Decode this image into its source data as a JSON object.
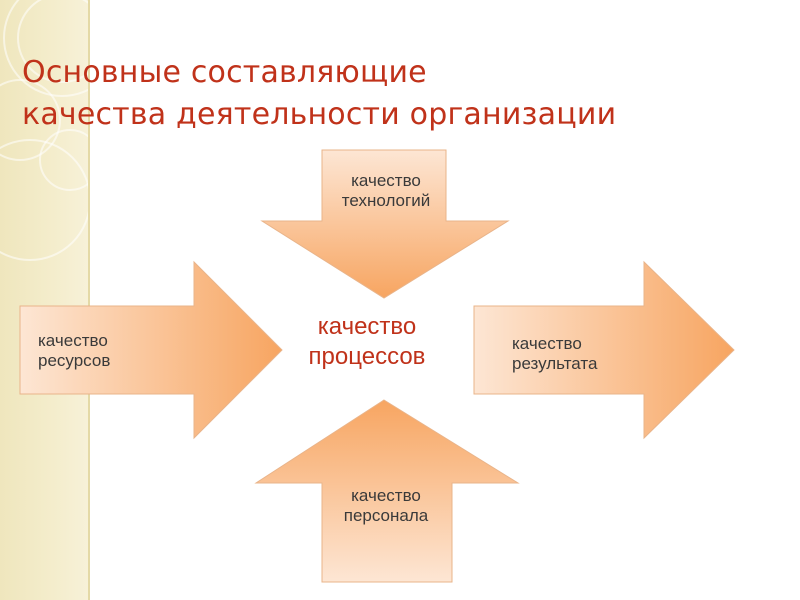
{
  "slide": {
    "title_line1": "Основные составляющие",
    "title_line2": "качества деятельности организации"
  },
  "diagram": {
    "center": {
      "line1": "качество",
      "line2": "процессов",
      "color": "#c0321a"
    },
    "left": {
      "line1": "качество",
      "line2": "ресурсов"
    },
    "top": {
      "line1": "качество",
      "line2": "технологий"
    },
    "bottom": {
      "line1": "качество",
      "line2": "персонала"
    },
    "right": {
      "line1": "качество",
      "line2": "результата"
    },
    "arrow_gradient": {
      "light": "#fde6d4",
      "dark": "#f7a561",
      "stroke": "#e7a06a"
    },
    "title_color": "#c0321a"
  }
}
